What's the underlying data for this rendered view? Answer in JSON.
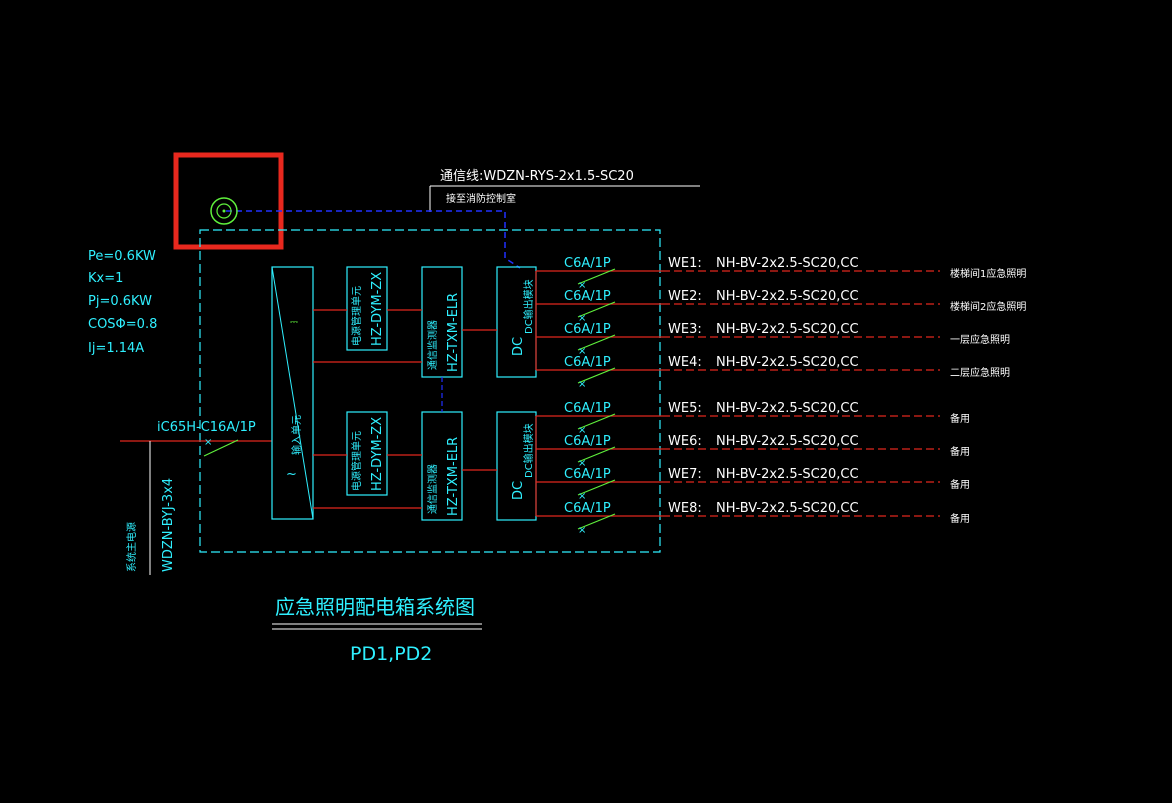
{
  "comm_line": {
    "label": "通信线:WDZN-RYS-2x1.5-SC20",
    "sub": "接至消防控制室"
  },
  "params": [
    "Pe=0.6KW",
    "Kx=1",
    "Pj=0.6KW",
    "COSΦ=0.8",
    "Ij=1.14A"
  ],
  "main_breaker": "iC65H-C16A/1P",
  "incoming": {
    "cable": "WDZN-BYJ-3x4",
    "source": "系统主电源"
  },
  "modules": {
    "inverter": "输入单元",
    "power_mgmt_label": "电源管理单元",
    "power_mgmt_model": "HZ-DYM-ZX",
    "comm_label": "通信监测器",
    "comm_model": "HZ-TXM-ELR",
    "dc_label": "DC输出模块",
    "dc_model": "DC"
  },
  "circuits": [
    {
      "breaker": "C6A/1P",
      "id": "WE1:",
      "cable": "NH-BV-2x2.5-SC20,CC",
      "load": "楼梯间1应急照明"
    },
    {
      "breaker": "C6A/1P",
      "id": "WE2:",
      "cable": "NH-BV-2x2.5-SC20,CC",
      "load": "楼梯间2应急照明"
    },
    {
      "breaker": "C6A/1P",
      "id": "WE3:",
      "cable": "NH-BV-2x2.5-SC20,CC",
      "load": "一层应急照明"
    },
    {
      "breaker": "C6A/1P",
      "id": "WE4:",
      "cable": "NH-BV-2x2.5-SC20,CC",
      "load": "二层应急照明"
    },
    {
      "breaker": "C6A/1P",
      "id": "WE5:",
      "cable": "NH-BV-2x2.5-SC20,CC",
      "load": "备用"
    },
    {
      "breaker": "C6A/1P",
      "id": "WE6:",
      "cable": "NH-BV-2x2.5-SC20,CC",
      "load": "备用"
    },
    {
      "breaker": "C6A/1P",
      "id": "WE7:",
      "cable": "NH-BV-2x2.5-SC20,CC",
      "load": "备用"
    },
    {
      "breaker": "C6A/1P",
      "id": "WE8:",
      "cable": "NH-BV-2x2.5-SC20,CC",
      "load": "备用"
    }
  ],
  "title": "应急照明配电箱系统图",
  "subtitle": "PD1,PD2",
  "colors": {
    "cyan": "#2ff0ff",
    "red": "#e0261e",
    "green": "#5ff03c",
    "blue": "#2030ff",
    "highlight": "#e8281e"
  }
}
